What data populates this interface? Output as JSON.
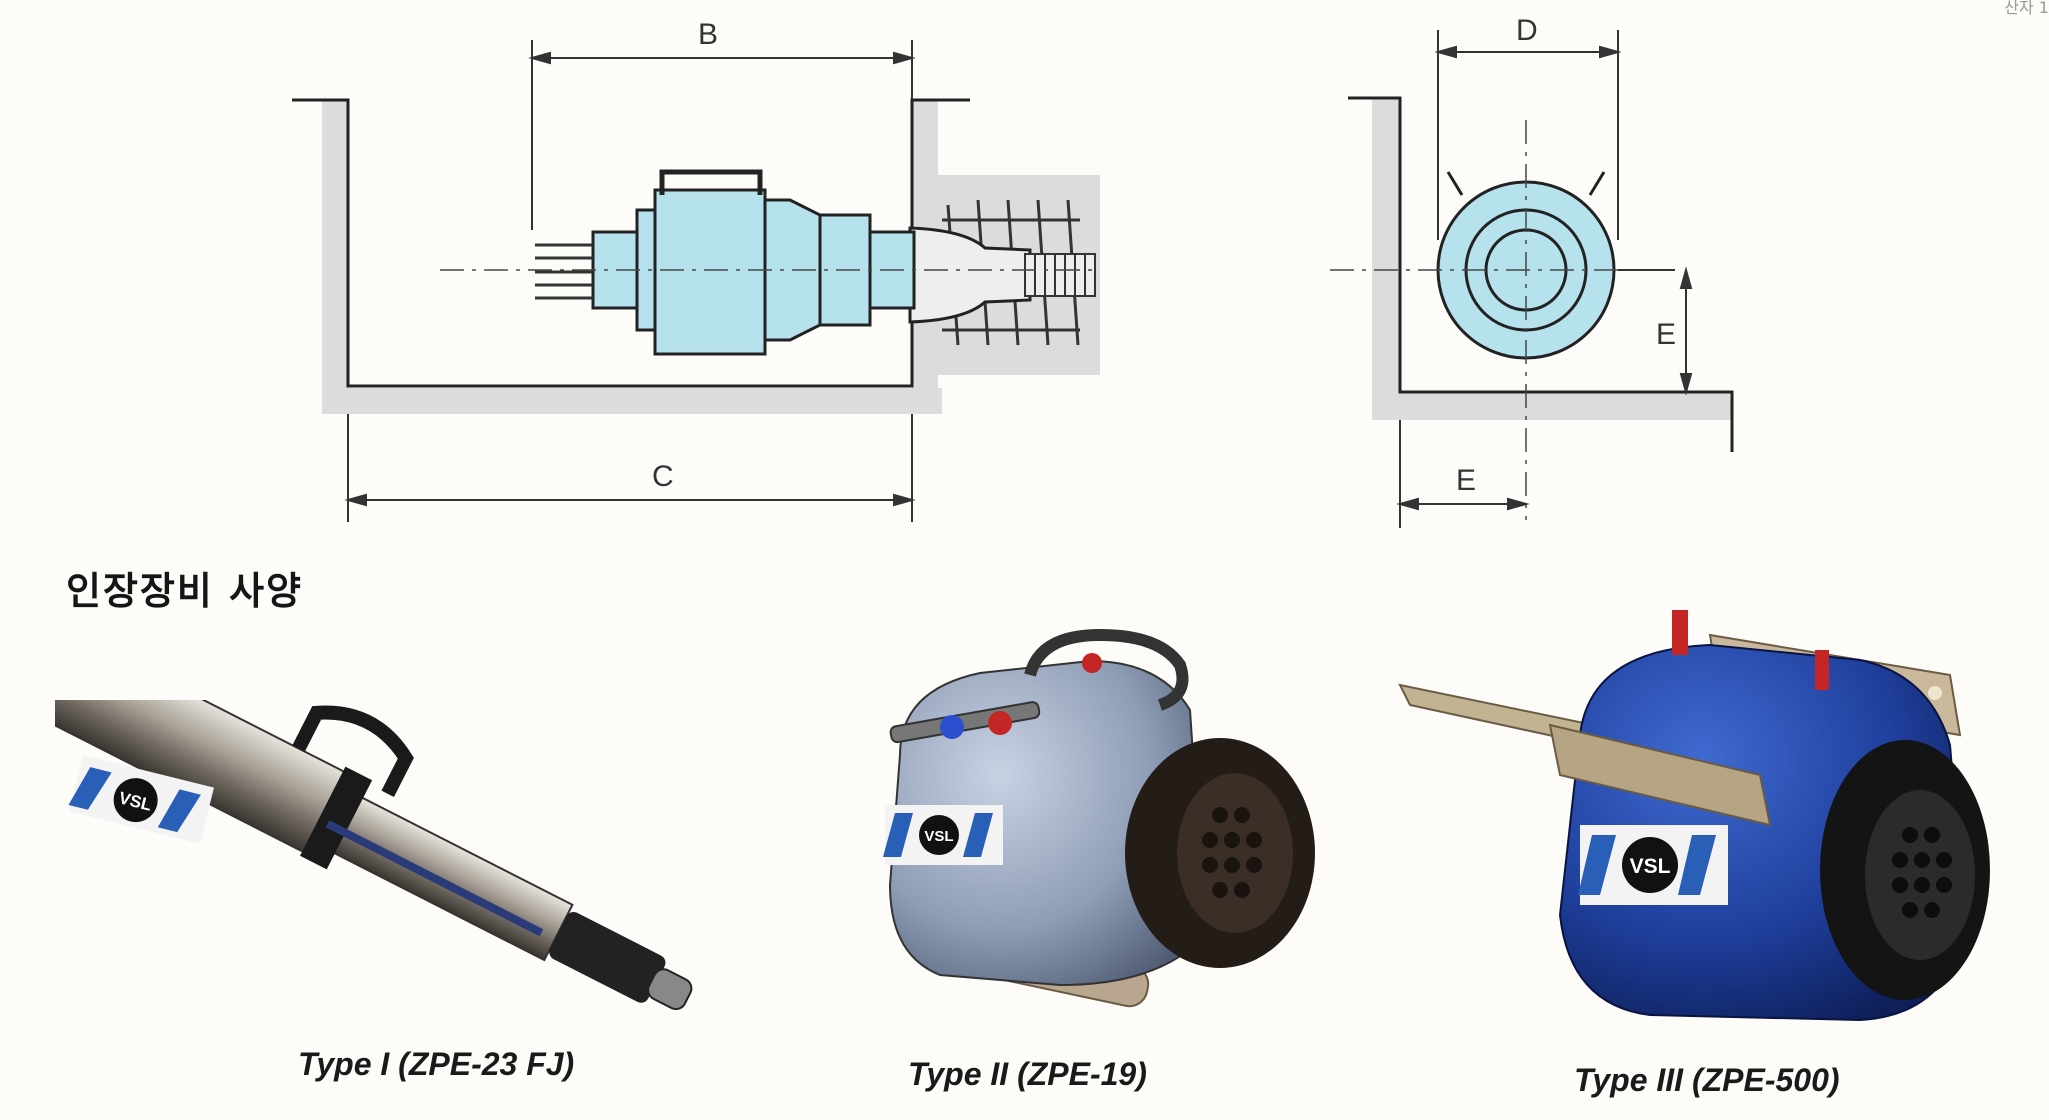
{
  "corner_text": "산자 1",
  "diagram_side": {
    "dim_B": "B",
    "dim_C": "C"
  },
  "diagram_front": {
    "dim_D": "D",
    "dim_E_vertical": "E",
    "dim_E_horizontal": "E"
  },
  "section_title": "인장장비 사양",
  "logo_text": "VSL",
  "equipment": [
    {
      "caption": "Type I (ZPE-23 FJ)"
    },
    {
      "caption": "Type II (ZPE-19)"
    },
    {
      "caption": "Type III (ZPE-500)"
    }
  ],
  "colors": {
    "jack_fill": "#b6e2ee",
    "concrete_gray": "#dcdcdc",
    "type2_body": "#8e9db6",
    "type3_body": "#1f3f9c",
    "logo_blue": "#2a5fb8"
  }
}
